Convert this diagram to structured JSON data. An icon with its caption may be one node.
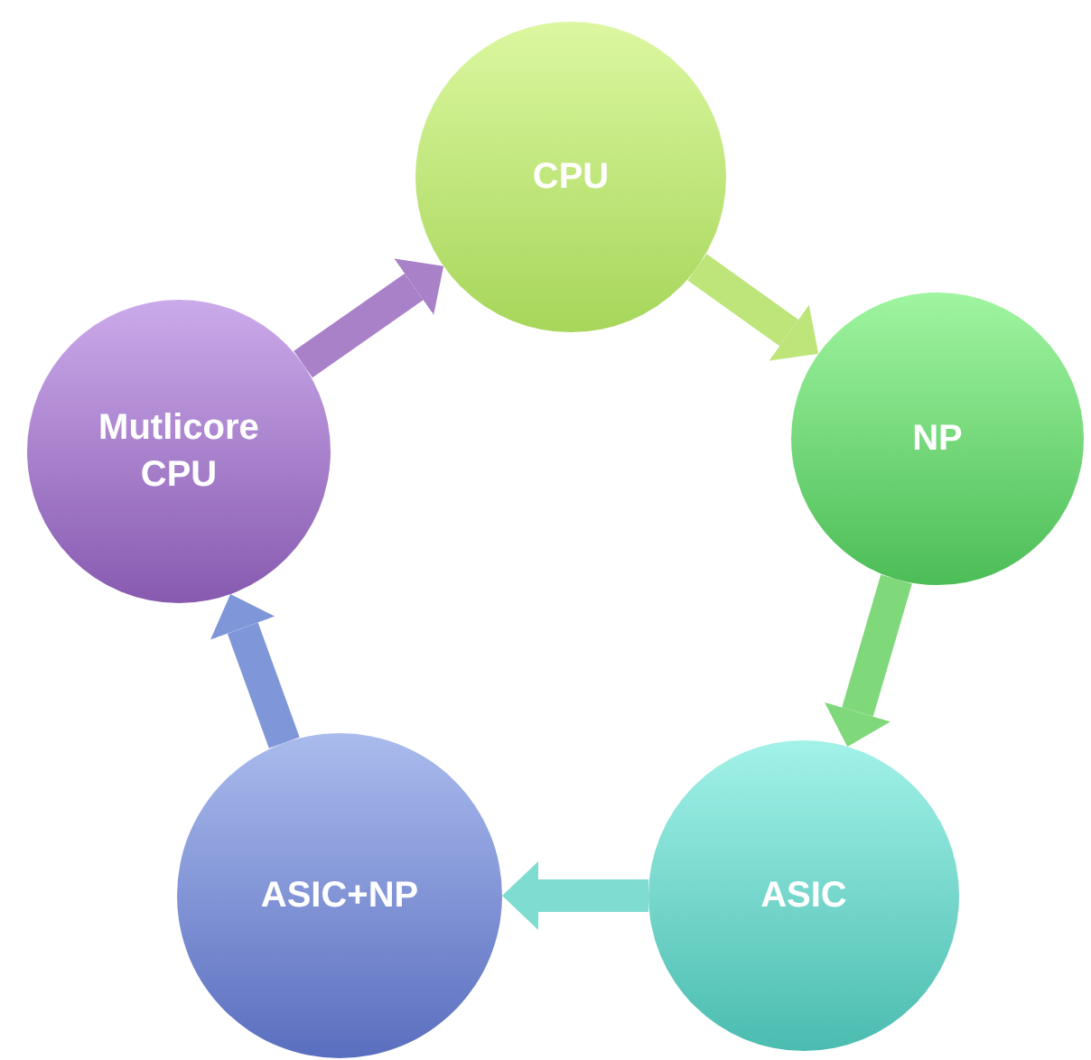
{
  "diagram": {
    "nodes": [
      {
        "text": [
          "CPU"
        ]
      },
      {
        "text": [
          "NP"
        ]
      },
      {
        "text": [
          "ASIC"
        ]
      },
      {
        "text": [
          "ASIC+NP"
        ]
      },
      {
        "text": [
          "Mutlicore CPU"
        ]
      }
    ],
    "edges": [
      {
        "from": 0,
        "to": 1,
        "arrow": "to",
        "color": "#bde57a"
      },
      {
        "from": 1,
        "to": 2,
        "arrow": "to",
        "color": "#7fd87a"
      },
      {
        "from": 2,
        "to": 3,
        "arrow": "to",
        "color": "#7fdcd0"
      },
      {
        "from": 3,
        "to": 4,
        "arrow": "to",
        "color": "#7f96d8"
      },
      {
        "from": 4,
        "to": 0,
        "arrow": "to",
        "color": "#a881c8"
      }
    ]
  }
}
